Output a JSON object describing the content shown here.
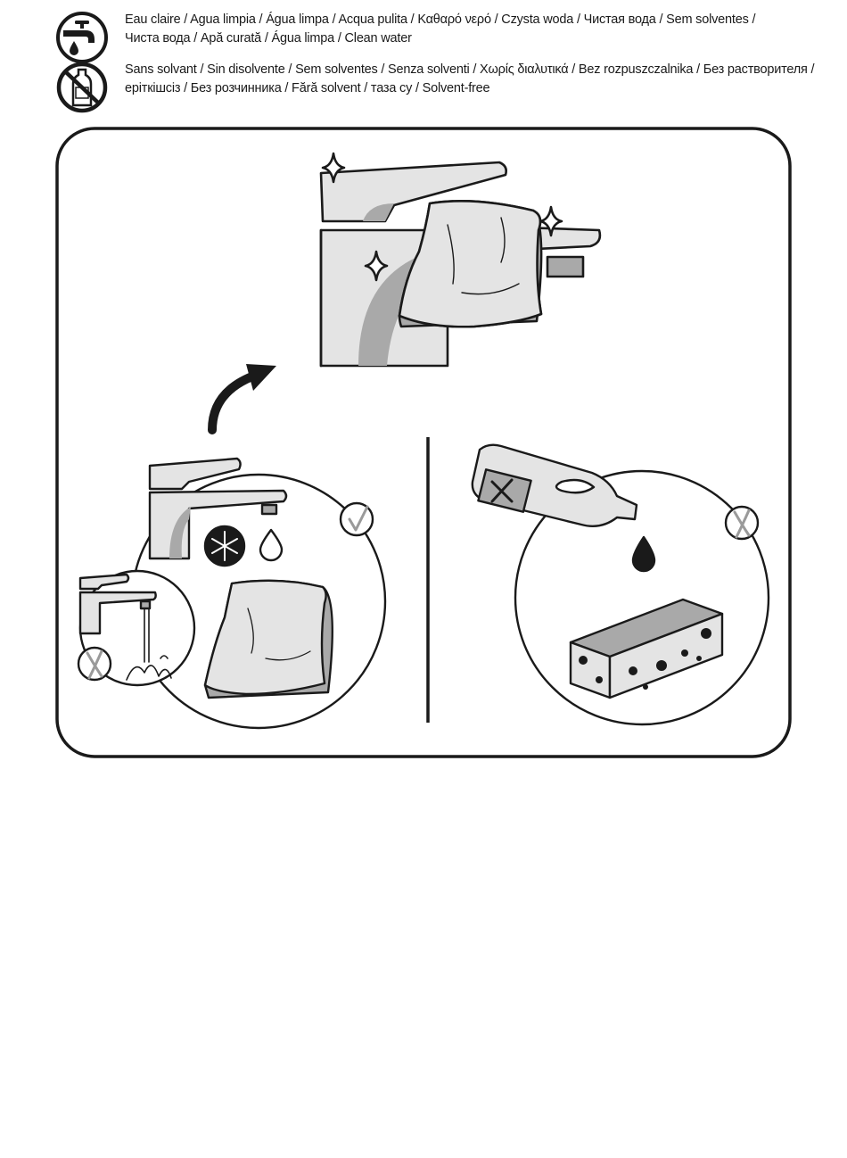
{
  "legend": {
    "water": {
      "icon": "tap-water-icon",
      "line1": "Eau claire / Agua limpia / Água limpa / Acqua pulita / Καθαρό νερό / Czysta woda / Чистая вода / Sem solventes /",
      "line2": "Чиста вода / Apă curată / Água limpa  / Clean water"
    },
    "solvent": {
      "icon": "no-solvent-bottle-icon",
      "line1": "Sans solvant / Sin disolvente / Sem solventes / Senza solventi / Χωρίς διαλυτικά / Bez rozpuszczalnika / Без растворителя /",
      "line2": "еріткішсіз  / Без розчинника / Fără solvent / таза су  / Solvent-free"
    }
  },
  "illustration": {
    "top": "faucet-wiped-with-cloth",
    "left": "cold-water-and-cloth-allowed",
    "left_inset": "running-water-rinse-not-allowed",
    "right": "solvent-and-abrasive-sponge-not-allowed"
  },
  "colors": {
    "line": "#1a1a1a",
    "gray": "#a9a9a9",
    "light": "#e4e4e4"
  }
}
